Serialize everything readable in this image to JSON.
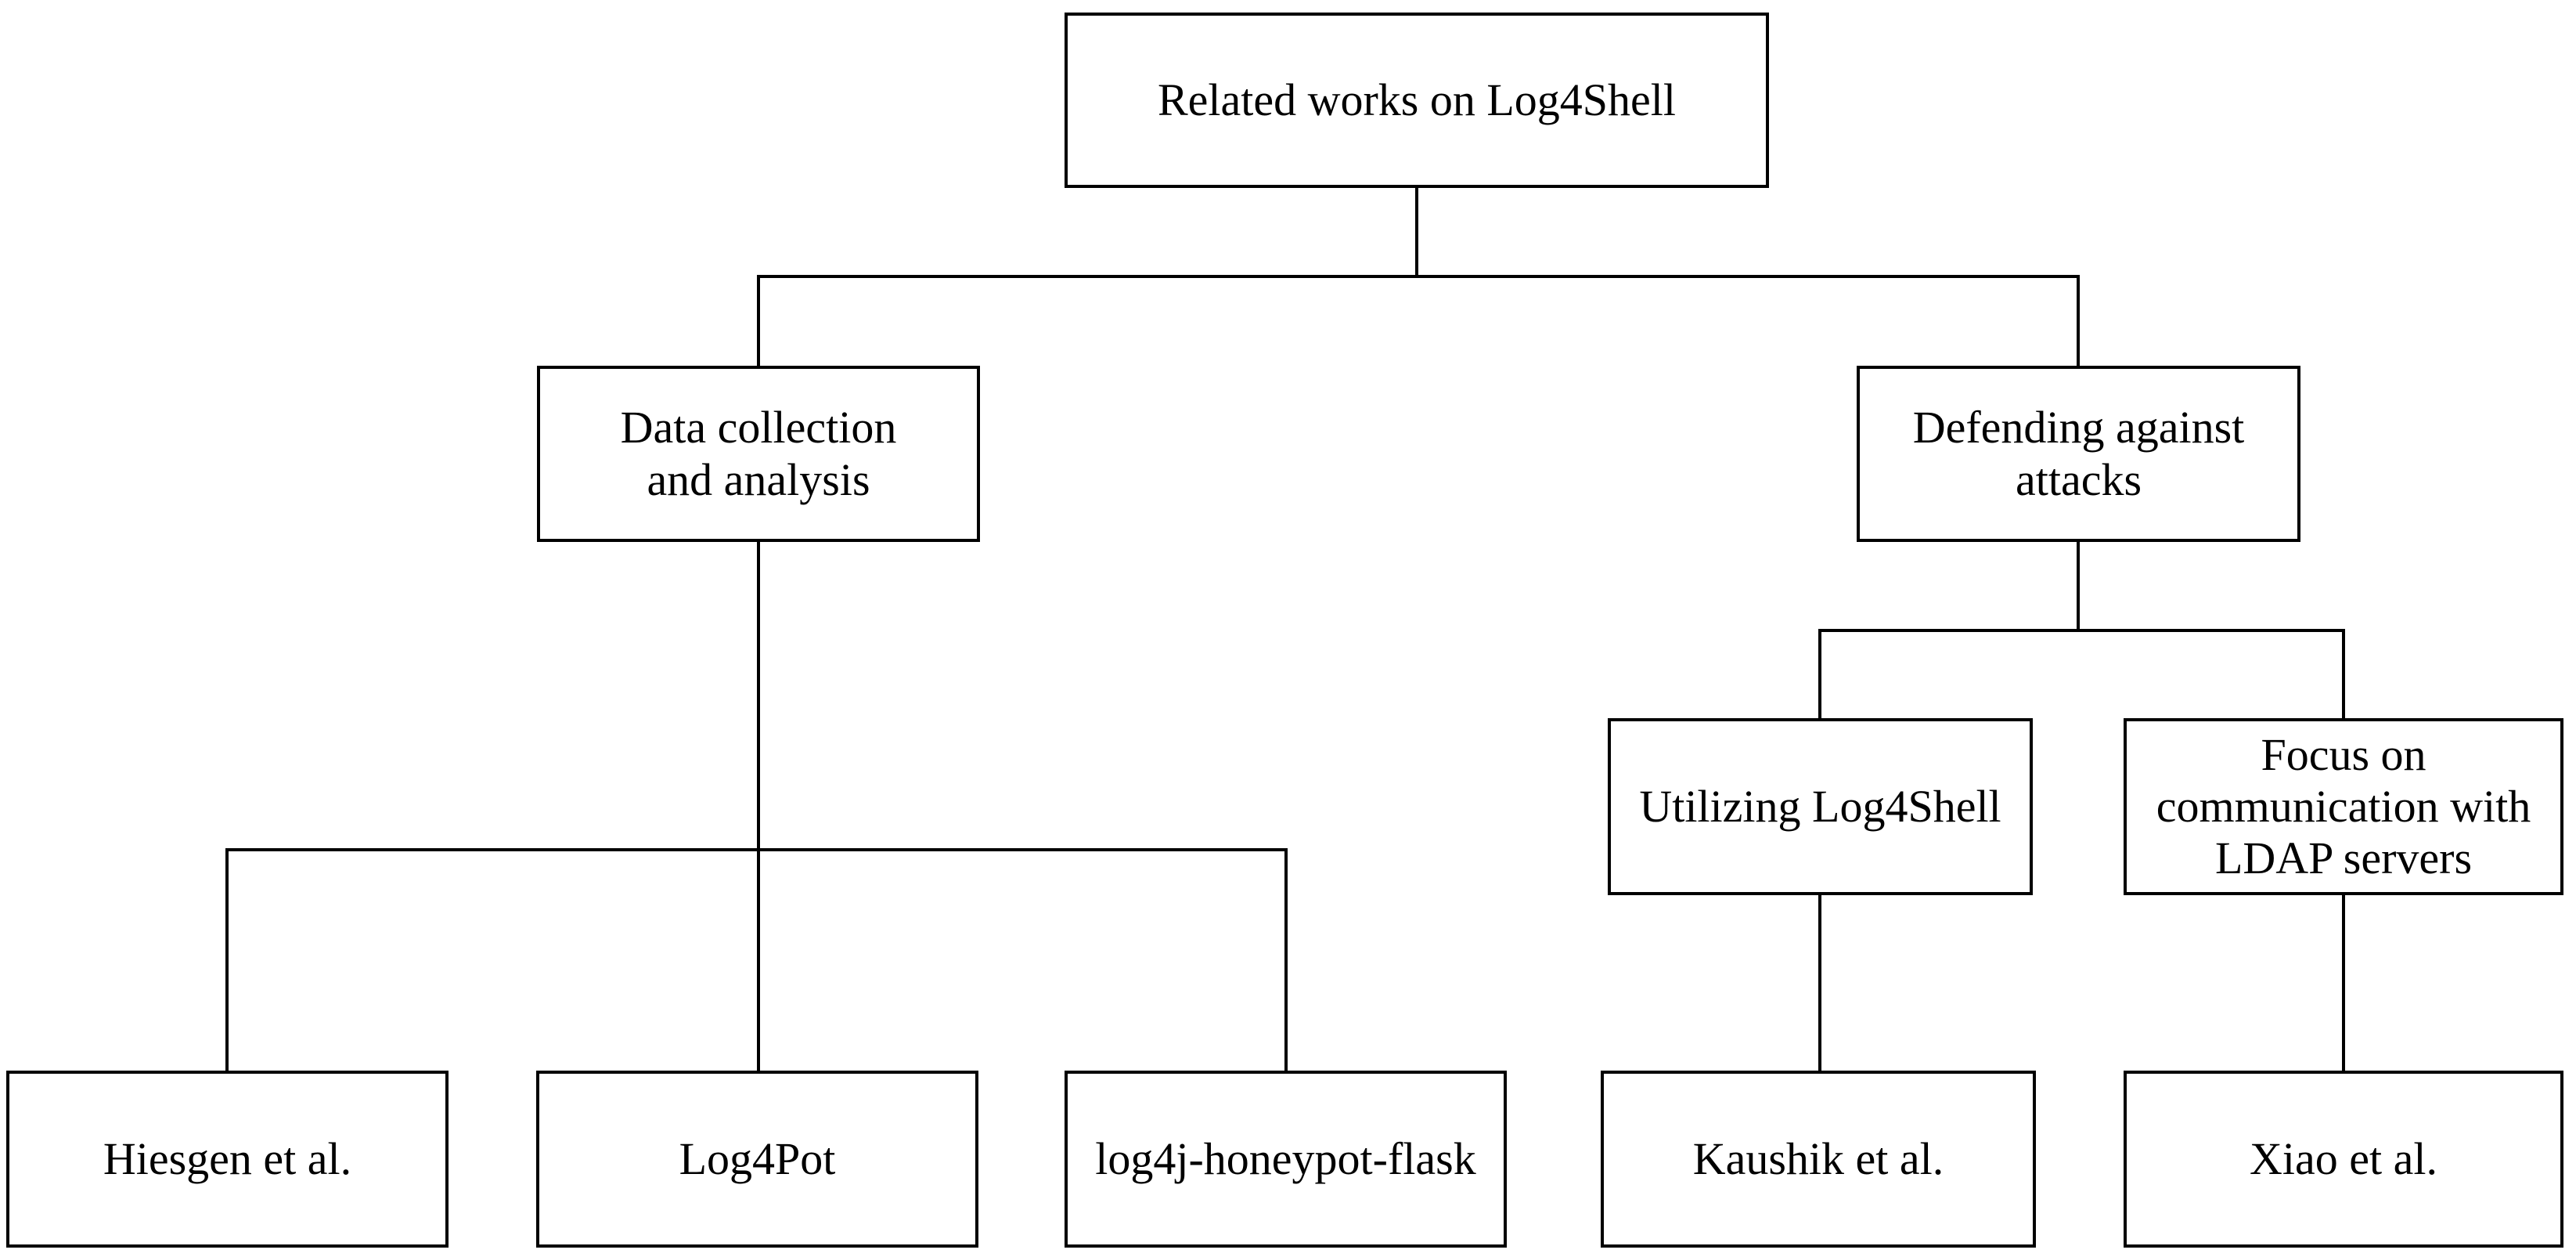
{
  "diagram": {
    "background_color": "#ffffff",
    "line_color": "#000000",
    "text_color": "#000000",
    "nodes": {
      "root": {
        "label": "Related works on Log4Shell"
      },
      "data_collection": {
        "label": "Data collection\nand analysis"
      },
      "defending": {
        "label": "Defending against\nattacks"
      },
      "utilizing": {
        "label": "Utilizing Log4Shell"
      },
      "focus_ldap": {
        "label": "Focus on\ncommunication with\nLDAP servers"
      },
      "hiesgen": {
        "label": "Hiesgen et al."
      },
      "log4pot": {
        "label": "Log4Pot"
      },
      "honeypot_flask": {
        "label": "log4j-honeypot-flask"
      },
      "kaushik": {
        "label": "Kaushik et al."
      },
      "xiao": {
        "label": "Xiao et al."
      }
    },
    "edges": [
      {
        "from": "root",
        "to": "data_collection"
      },
      {
        "from": "root",
        "to": "defending"
      },
      {
        "from": "data_collection",
        "to": "hiesgen"
      },
      {
        "from": "data_collection",
        "to": "log4pot"
      },
      {
        "from": "data_collection",
        "to": "honeypot_flask"
      },
      {
        "from": "defending",
        "to": "utilizing"
      },
      {
        "from": "defending",
        "to": "focus_ldap"
      },
      {
        "from": "utilizing",
        "to": "kaushik"
      },
      {
        "from": "focus_ldap",
        "to": "xiao"
      }
    ]
  }
}
